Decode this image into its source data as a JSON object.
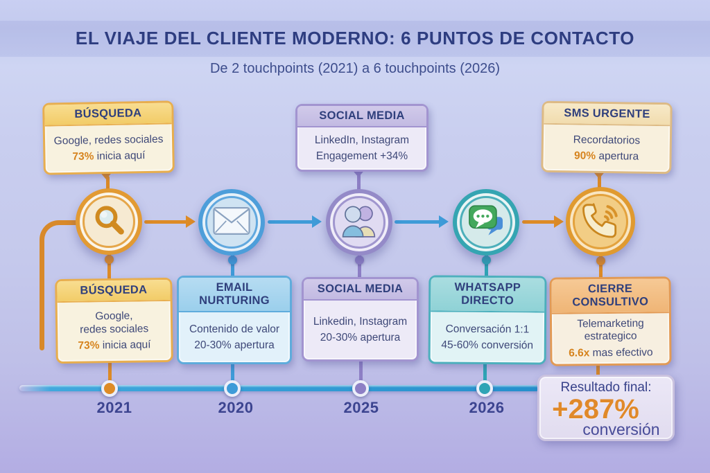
{
  "colors": {
    "navy": "#2e3d80",
    "orange": "#dd8b26",
    "blue": "#3e9bd8",
    "purple": "#8d7fc5",
    "teal": "#2fa4b5",
    "timeline_blue": "#2d9fd9",
    "stat_orange": "#d6831d"
  },
  "header": {
    "title": "EL VIAJE DEL CLIENTE MODERNO: 6 PUNTOS DE CONTACTO",
    "subtitle": "De 2 touchpoints (2021) a 6 touchpoints (2026)"
  },
  "top_cards": [
    {
      "title": "BÚSQUEDA",
      "line1": "Google, redes sociales",
      "stat": "73%",
      "stat_rest": " inicia aquí"
    },
    {
      "title": "SOCIAL MEDIA",
      "line1": "LinkedIn, Instagram",
      "line2": "Engagement +34%"
    },
    {
      "title": "SMS URGENTE",
      "line1": "Recordatorios",
      "stat": "90%",
      "stat_rest": " apertura"
    }
  ],
  "nodes": [
    {
      "icon": "search-icon",
      "label": "búsqueda"
    },
    {
      "icon": "envelope-icon",
      "label": "email"
    },
    {
      "icon": "people-icon",
      "label": "social media"
    },
    {
      "icon": "chat-icon",
      "label": "whatsapp"
    },
    {
      "icon": "phone-icon",
      "label": "telemarketing"
    }
  ],
  "bottom_cards": [
    {
      "title": "BÚSQUEDA",
      "line1": "Google,",
      "line2": "redes sociales",
      "stat": "73%",
      "stat_rest": " inicia aquí"
    },
    {
      "title": "EMAIL NURTURING",
      "line1": "Contenido de valor",
      "line2": "20-30% apertura"
    },
    {
      "title": "SOCIAL MEDIA",
      "line1": "Linkedin, Instagram",
      "line2": "20-30% apertura"
    },
    {
      "title": "WHATSAPP DIRECTO",
      "line1": "Conversación 1:1",
      "line2": "45-60% conversión"
    },
    {
      "title": "CIERRE CONSULTIVO",
      "line1": "Telemarketing",
      "line2": "estrategico",
      "stat": "6.6x",
      "stat_rest": " mas efectivo"
    }
  ],
  "timeline": {
    "years": [
      "2021",
      "2020",
      "2025",
      "2026"
    ]
  },
  "result": {
    "label": "Resultado final:",
    "value": "+287%",
    "unit": "conversión"
  }
}
